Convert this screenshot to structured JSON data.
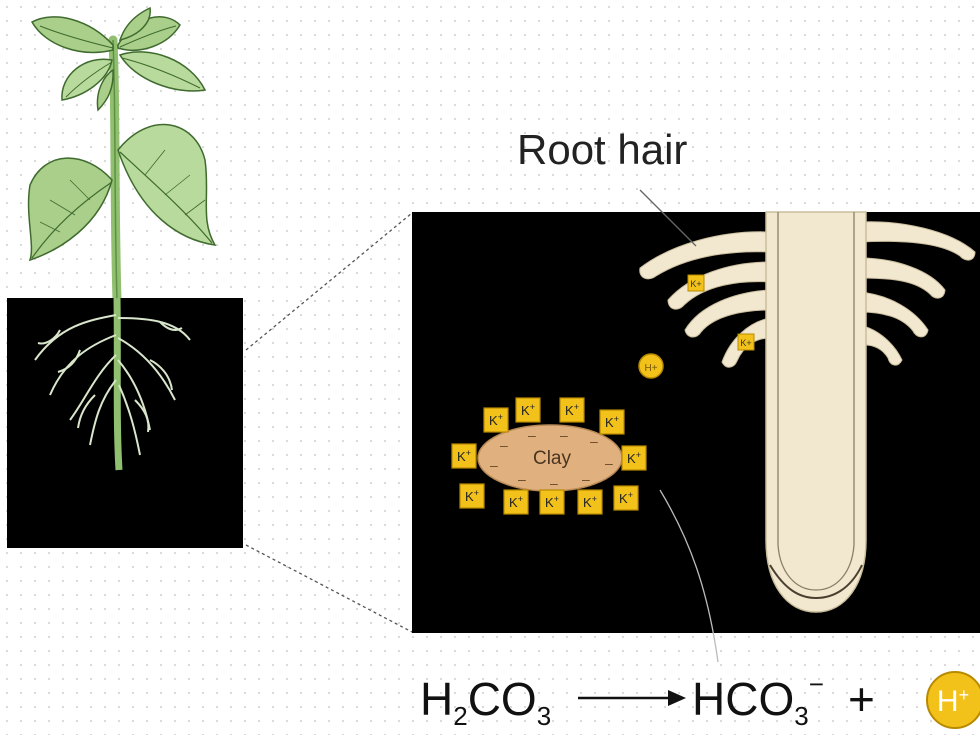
{
  "labels": {
    "root_hair": "Root hair",
    "clay": "Clay"
  },
  "ions": {
    "potassium_base": "K",
    "potassium_charge": "+",
    "hydrogen_base": "H",
    "hydrogen_charge": "+"
  },
  "equation": {
    "reactant_pre": "H",
    "reactant_sub": "2",
    "reactant_post": "CO",
    "reactant_sub2": "3",
    "product_base": "HCO",
    "product_sub": "3",
    "product_charge": "−",
    "plus": "+"
  },
  "colors": {
    "background": "#ffffff",
    "soil_panel": "#000000",
    "root": "#f2e8d0",
    "root_outline": "#8a7f66",
    "clay": "#e0b07f",
    "ion_fill": "#f2c21b",
    "leaf": "#a9cf8a",
    "stem": "#8fbf6f"
  }
}
